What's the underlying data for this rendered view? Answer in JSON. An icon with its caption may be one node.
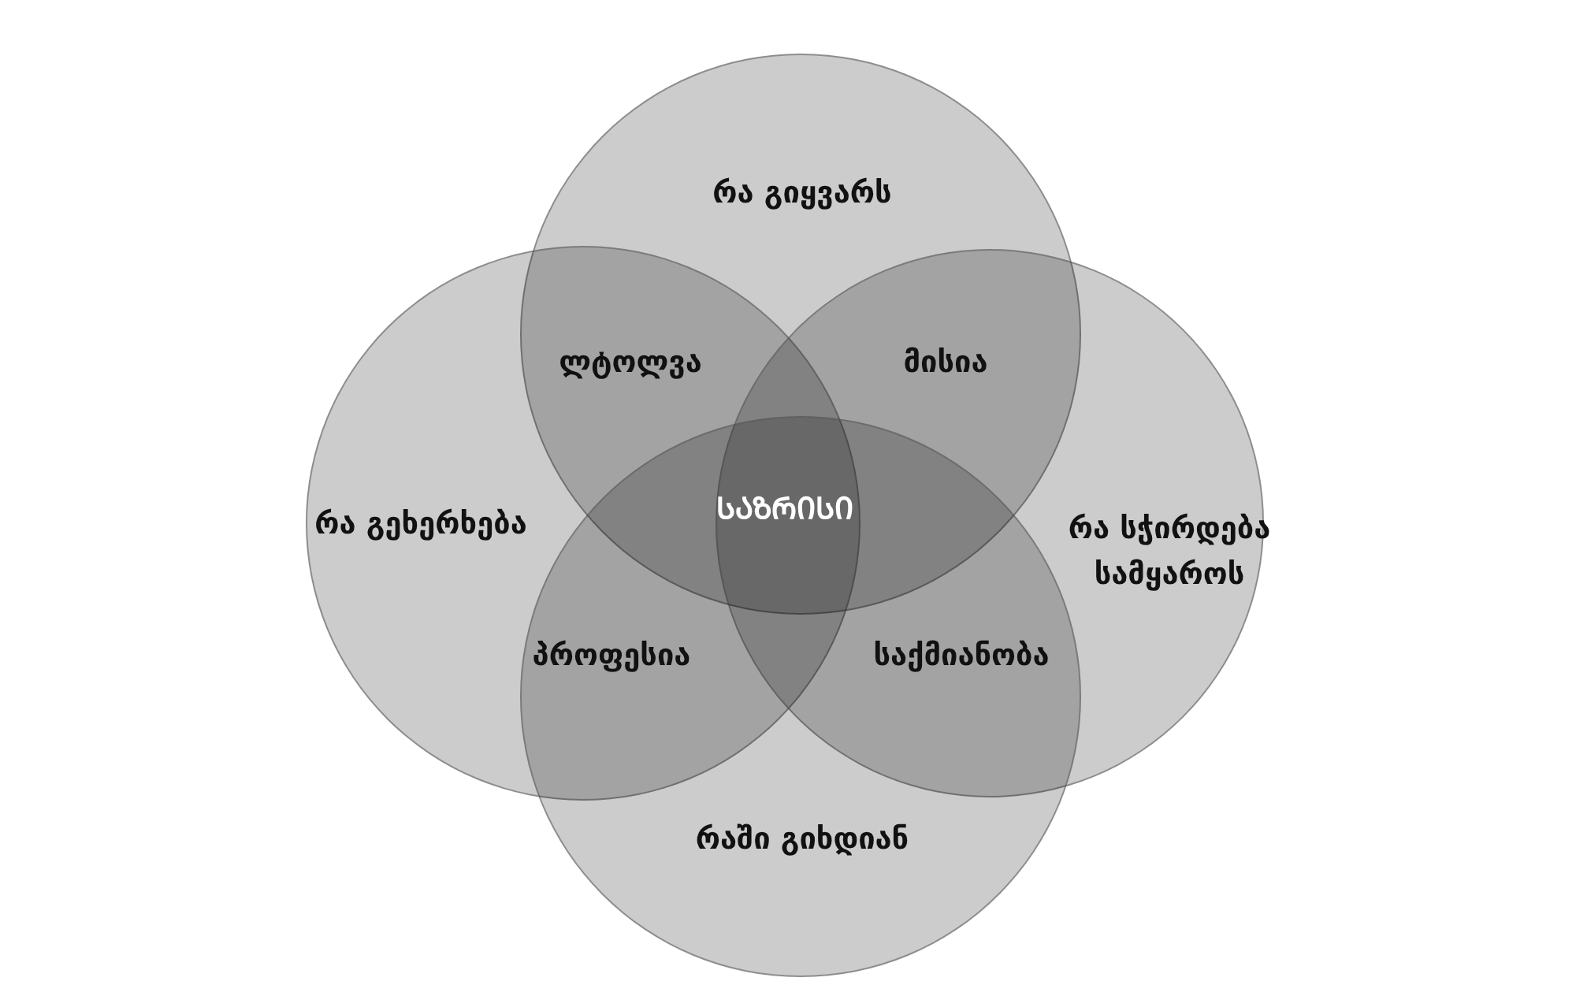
{
  "diagram": {
    "nodes": [
      {
        "text": [
          "რა გიყვარს"
        ]
      },
      {
        "text": [
          "რა გეხერხება"
        ]
      },
      {
        "text": [
          "რა სჭირდება სამყაროს"
        ]
      },
      {
        "text": [
          "რაში გიხდიან"
        ]
      }
    ],
    "labels": [
      "ლტოლვა",
      "მისია",
      "ᲡᲐᲖᲠᲘᲡᲘ",
      "პროფესია",
      "საქმიანობა"
    ]
  }
}
